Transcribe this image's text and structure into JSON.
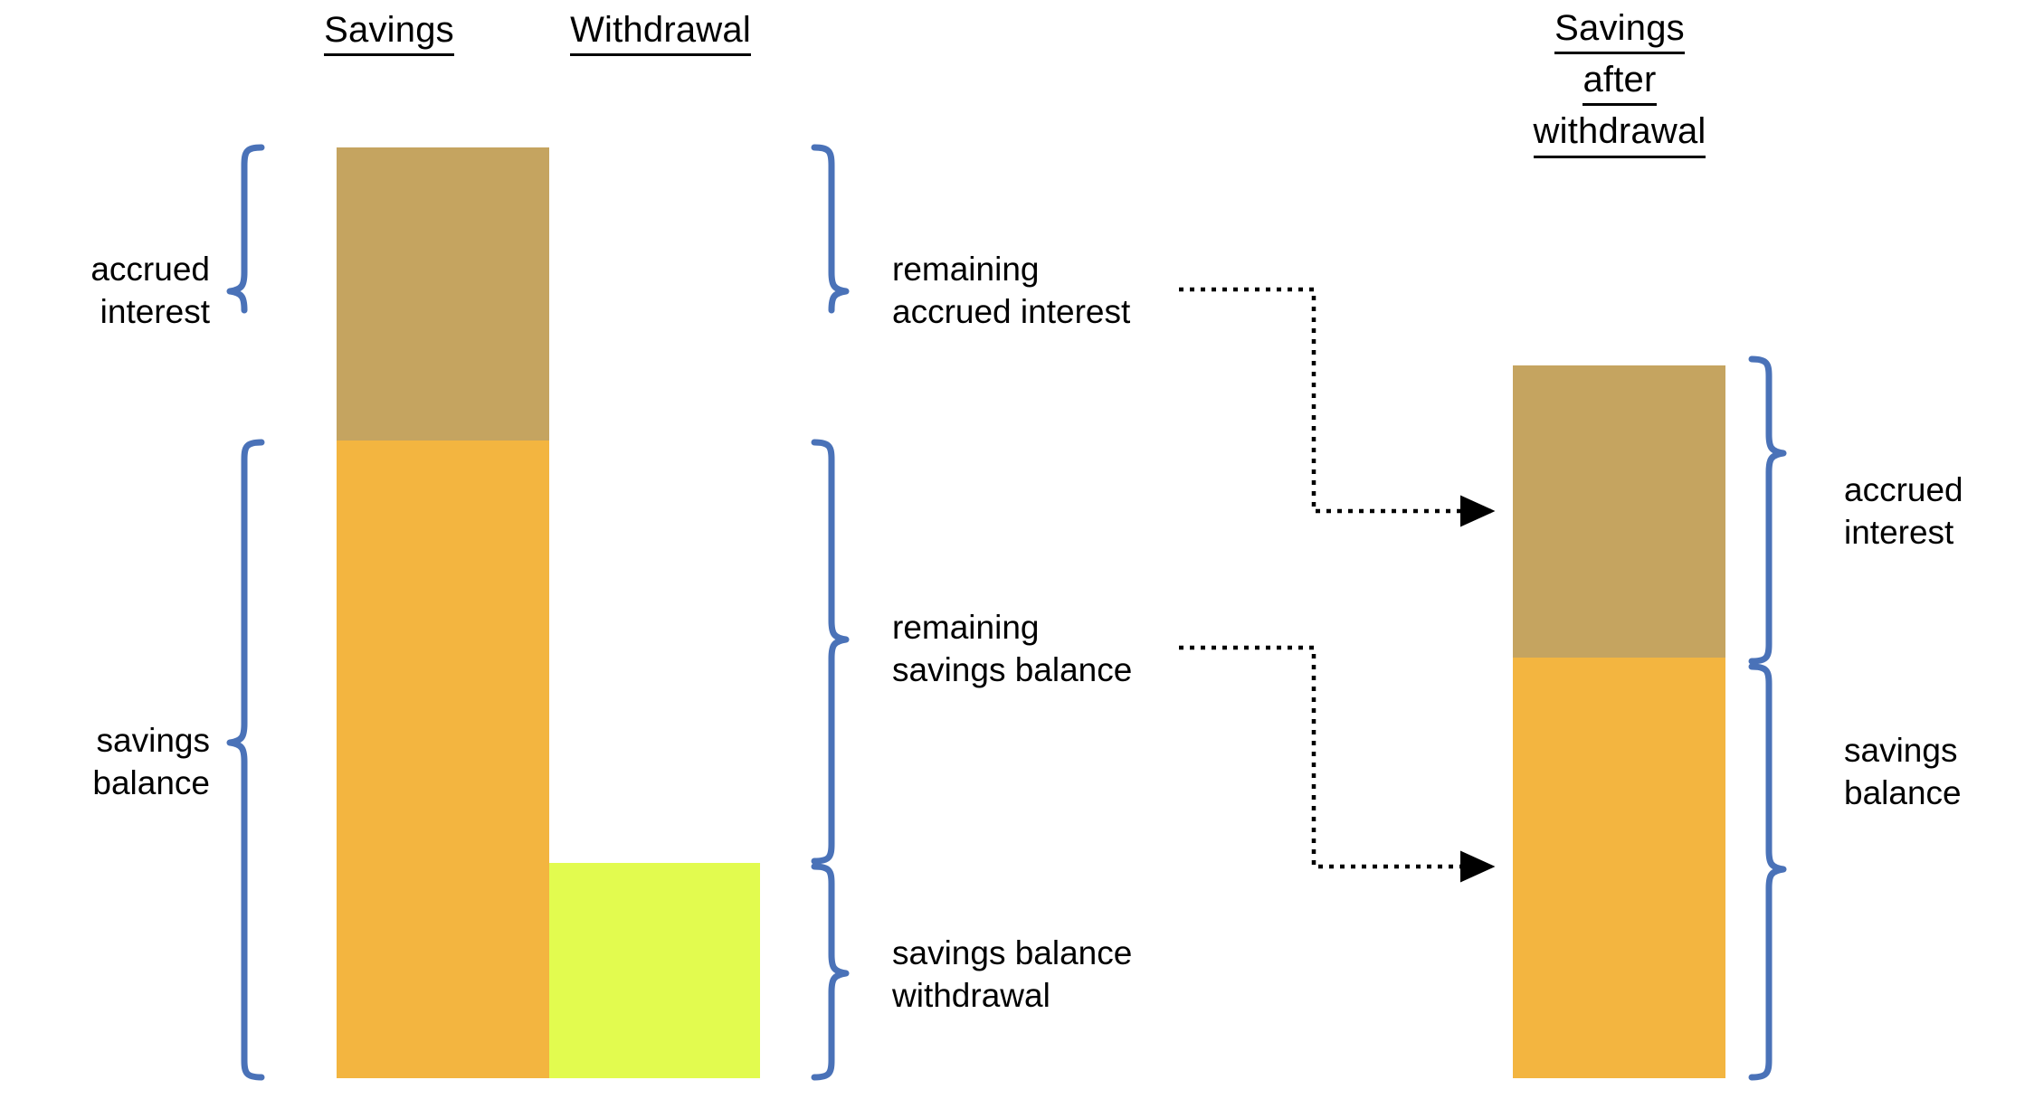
{
  "diagram": {
    "title_left": "Savings",
    "title_middle": "Withdrawal",
    "title_right_line1": "Savings",
    "title_right_line2": "after",
    "title_right_line3": "withdrawal"
  },
  "colors": {
    "accrued_interest": "#c5a460",
    "savings_balance": "#f3b540",
    "withdrawal": "#e2fb4f",
    "brace": "#4a72b8",
    "arrow": "#000000",
    "text": "#000000",
    "background": "#ffffff"
  },
  "left_labels": [
    {
      "id": "accrued-interest",
      "text": "accrued\ninterest"
    },
    {
      "id": "savings-balance",
      "text": "savings\nbalance"
    }
  ],
  "middle_labels": [
    {
      "id": "remaining-accrued-interest",
      "text": "remaining\naccrued interest"
    },
    {
      "id": "remaining-savings-balance",
      "text": "remaining\nsavings balance"
    },
    {
      "id": "savings-balance-withdrawal",
      "text": "savings balance\nwithdrawal"
    }
  ],
  "right_labels": [
    {
      "id": "accrued-interest",
      "text": "accrued\ninterest"
    },
    {
      "id": "savings-balance",
      "text": "savings\nbalance"
    }
  ],
  "chart_data": {
    "type": "bar",
    "title": "Savings / Withdrawal / Savings after withdrawal",
    "xlabel": "",
    "ylabel": "",
    "grid": false,
    "legend": "none",
    "stacked": true,
    "categories": [
      "Savings",
      "Withdrawal",
      "Savings after withdrawal"
    ],
    "segments": [
      {
        "name": "accrued interest",
        "color": "#c5a460",
        "values": [
          32.5,
          0,
          27.7
        ]
      },
      {
        "name": "savings balance",
        "color": "#f3b540",
        "values": [
          67.5,
          0,
          43.3
        ]
      },
      {
        "name": "withdrawal",
        "color": "#e2fb4f",
        "values": [
          0,
          22.2,
          0
        ]
      }
    ],
    "notes": "Values are percentages of the full Savings bar height (top of Savings bar = 100%). Savings bar: accrued interest 32.5%, savings balance 67.5%. Withdrawal bar: 22.2% (drawn bottom-aligned). Savings-after-withdrawal bar: accrued interest 27.7%, savings balance 43.3%."
  },
  "braces": {
    "left": [
      {
        "id": "accrued-interest",
        "label": "accrued interest"
      },
      {
        "id": "savings-balance",
        "label": "savings balance"
      }
    ],
    "middle": [
      {
        "id": "remaining-accrued-interest",
        "label": "remaining accrued interest"
      },
      {
        "id": "remaining-savings-balance",
        "label": "remaining savings balance"
      },
      {
        "id": "savings-balance-withdrawal",
        "label": "savings balance withdrawal"
      }
    ],
    "right": [
      {
        "id": "accrued-interest",
        "label": "accrued interest"
      },
      {
        "id": "savings-balance",
        "label": "savings balance"
      }
    ]
  },
  "arrows": [
    {
      "id": "accrued-interest-arrow",
      "from": "remaining accrued interest",
      "to": "savings after withdrawal accrued interest"
    },
    {
      "id": "savings-balance-arrow",
      "from": "remaining savings balance",
      "to": "savings after withdrawal savings balance"
    }
  ]
}
